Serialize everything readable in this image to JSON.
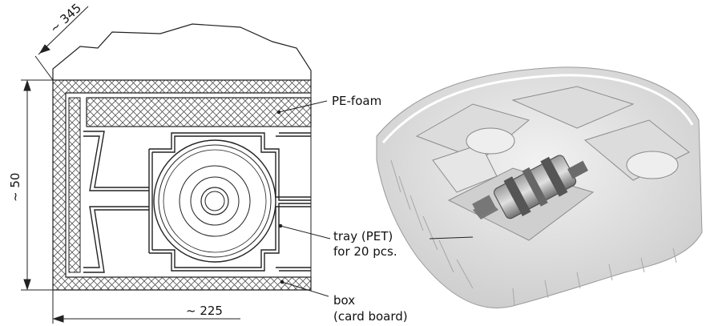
{
  "dimensions": {
    "diagonal": "~ 345",
    "height": "~ 50",
    "width": "~ 225"
  },
  "labels": {
    "foam": "PE-foam",
    "tray_line1": "tray (PET)",
    "tray_line2": "for 20 pcs.",
    "box_line1": "box",
    "box_line2": "(card board)"
  }
}
